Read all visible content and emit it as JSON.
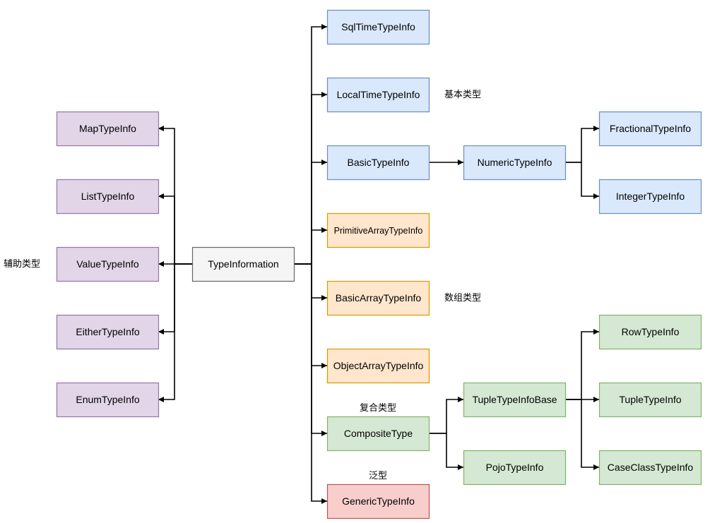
{
  "palette": {
    "gray": {
      "fill": "#f5f5f5",
      "stroke": "#666666"
    },
    "purple": {
      "fill": "#e1d5e7",
      "stroke": "#9673a6"
    },
    "blue": {
      "fill": "#dae8fc",
      "stroke": "#6c8ebf"
    },
    "orange": {
      "fill": "#ffe6cc",
      "stroke": "#d79b00"
    },
    "green": {
      "fill": "#d5e8d4",
      "stroke": "#82b366"
    },
    "red": {
      "fill": "#f8cecc",
      "stroke": "#b85450"
    }
  },
  "nodes": [
    {
      "id": "typeinformation",
      "label": "TypeInformation",
      "color": "gray"
    },
    {
      "id": "maptypeinfo",
      "label": "MapTypeInfo",
      "color": "purple"
    },
    {
      "id": "listtypeinfo",
      "label": "ListTypeInfo",
      "color": "purple"
    },
    {
      "id": "valuetypeinfo",
      "label": "ValueTypeInfo",
      "color": "purple"
    },
    {
      "id": "eithertypeinfo",
      "label": "EitherTypeInfo",
      "color": "purple"
    },
    {
      "id": "enumtypeinfo",
      "label": "EnumTypeInfo",
      "color": "purple"
    },
    {
      "id": "sqltimetypeinfo",
      "label": "SqlTimeTypeInfo",
      "color": "blue"
    },
    {
      "id": "localtimetypeinfo",
      "label": "LocalTimeTypeInfo",
      "color": "blue"
    },
    {
      "id": "basictypeinfo",
      "label": "BasicTypeInfo",
      "color": "blue"
    },
    {
      "id": "primitivearraytypeinfo",
      "label": "PrimitiveArrayTypeInfo",
      "color": "orange"
    },
    {
      "id": "basicarraytypeinfo",
      "label": "BasicArrayTypeInfo",
      "color": "orange"
    },
    {
      "id": "objectarraytypeinfo",
      "label": "ObjectArrayTypeInfo",
      "color": "orange"
    },
    {
      "id": "compositetype",
      "label": "CompositeType",
      "color": "green"
    },
    {
      "id": "generictypeinfo",
      "label": "GenericTypeInfo",
      "color": "red"
    },
    {
      "id": "numerictypeinfo",
      "label": "NumericTypeInfo",
      "color": "blue"
    },
    {
      "id": "fractionaltypeinfo",
      "label": "FractionalTypeInfo",
      "color": "blue"
    },
    {
      "id": "integertypeinfo",
      "label": "IntegerTypeInfo",
      "color": "blue"
    },
    {
      "id": "tupletypeinfobase",
      "label": "TupleTypeInfoBase",
      "color": "green"
    },
    {
      "id": "pojotypeinfo",
      "label": "PojoTypeInfo",
      "color": "green"
    },
    {
      "id": "rowtypeinfo",
      "label": "RowTypeInfo",
      "color": "green"
    },
    {
      "id": "tupletypeinfo",
      "label": "TupleTypeInfo",
      "color": "green"
    },
    {
      "id": "caseclasstypeinfo",
      "label": "CaseClassTypeInfo",
      "color": "green"
    }
  ],
  "edges": [
    {
      "from": "typeinformation",
      "to": "maptypeinfo"
    },
    {
      "from": "typeinformation",
      "to": "listtypeinfo"
    },
    {
      "from": "typeinformation",
      "to": "valuetypeinfo"
    },
    {
      "from": "typeinformation",
      "to": "eithertypeinfo"
    },
    {
      "from": "typeinformation",
      "to": "enumtypeinfo"
    },
    {
      "from": "typeinformation",
      "to": "sqltimetypeinfo"
    },
    {
      "from": "typeinformation",
      "to": "localtimetypeinfo"
    },
    {
      "from": "typeinformation",
      "to": "basictypeinfo"
    },
    {
      "from": "typeinformation",
      "to": "primitivearraytypeinfo"
    },
    {
      "from": "typeinformation",
      "to": "basicarraytypeinfo"
    },
    {
      "from": "typeinformation",
      "to": "objectarraytypeinfo"
    },
    {
      "from": "typeinformation",
      "to": "compositetype"
    },
    {
      "from": "typeinformation",
      "to": "generictypeinfo"
    },
    {
      "from": "basictypeinfo",
      "to": "numerictypeinfo"
    },
    {
      "from": "numerictypeinfo",
      "to": "fractionaltypeinfo"
    },
    {
      "from": "numerictypeinfo",
      "to": "integertypeinfo"
    },
    {
      "from": "compositetype",
      "to": "tupletypeinfobase"
    },
    {
      "from": "compositetype",
      "to": "pojotypeinfo"
    },
    {
      "from": "tupletypeinfobase",
      "to": "rowtypeinfo"
    },
    {
      "from": "tupletypeinfobase",
      "to": "tupletypeinfo"
    },
    {
      "from": "tupletypeinfobase",
      "to": "caseclasstypeinfo"
    }
  ],
  "labels": [
    {
      "id": "helper-types",
      "text": "辅助类型"
    },
    {
      "id": "basic-types",
      "text": "基本类型"
    },
    {
      "id": "array-types",
      "text": "数组类型"
    },
    {
      "id": "composite-types",
      "text": "复合类型"
    },
    {
      "id": "generic-types",
      "text": "泛型"
    }
  ]
}
